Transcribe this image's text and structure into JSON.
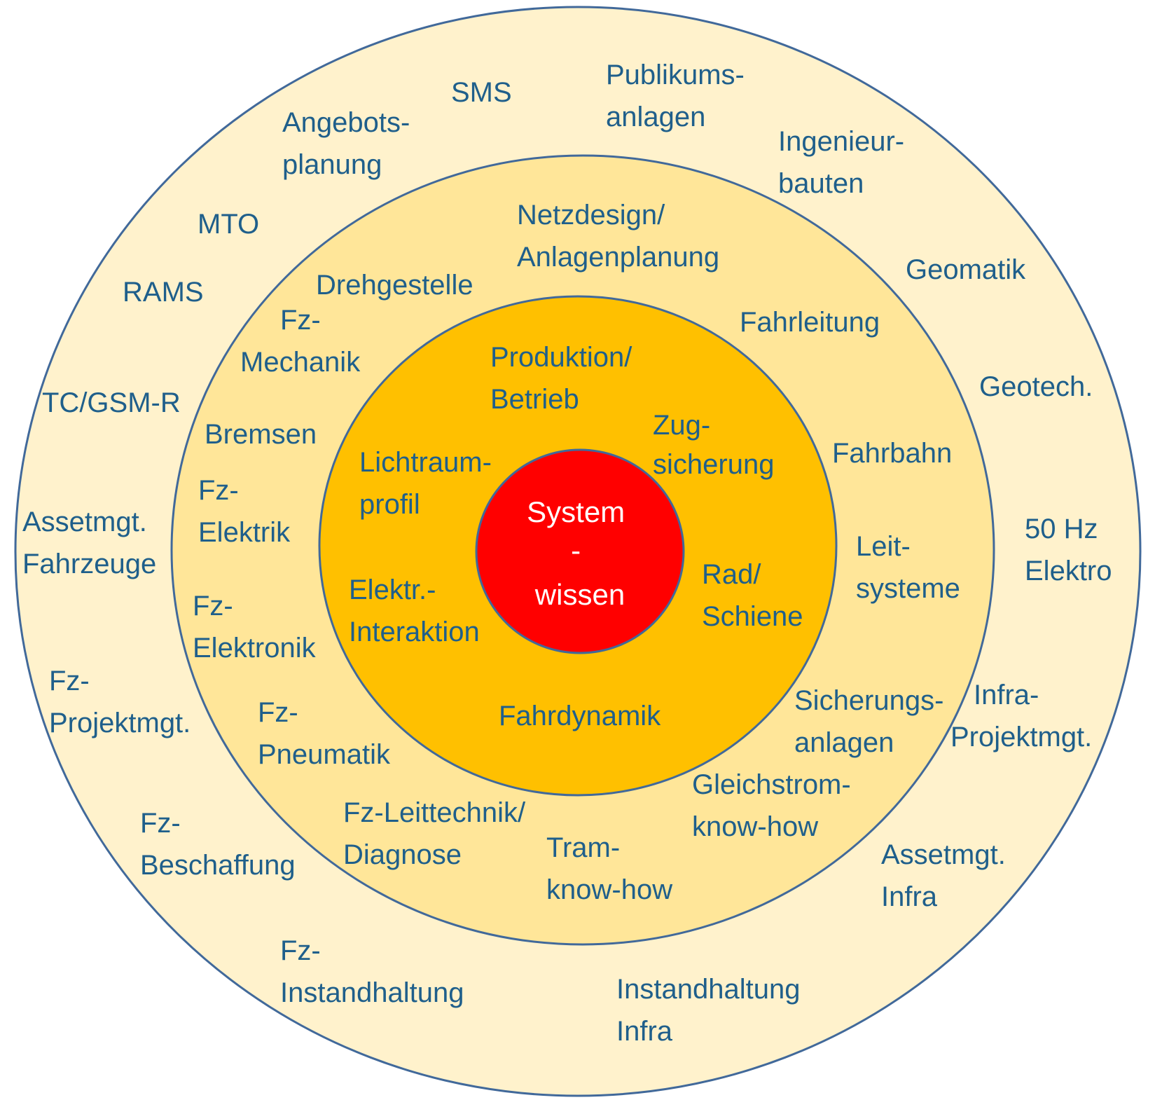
{
  "colors": {
    "outer": "#fff2cc",
    "middle": "#ffe699",
    "inner": "#ffc000",
    "core": "#ff0000",
    "stroke": "#41699a",
    "text": "#1f5f8b",
    "core_text": "#ffffff"
  },
  "center": {
    "line1": "System",
    "line2": "-",
    "line3": "wissen"
  },
  "inner_ring": {
    "produktion": {
      "line1": "Produktion/",
      "line2": "Betrieb"
    },
    "zugsicherung": {
      "line1": "Zug-",
      "line2": "sicherung"
    },
    "lichtraumprofil": {
      "line1": "Lichtraum-",
      "line2": "profil"
    },
    "rad_schiene": {
      "line1": "Rad/",
      "line2": "Schiene"
    },
    "elektr_interaktion": {
      "line1": "Elektr.-",
      "line2": "Interaktion"
    },
    "fahrdynamik": "Fahrdynamik"
  },
  "middle_ring": {
    "netzdesign": {
      "line1": "Netzdesign/",
      "line2": "Anlagenplanung"
    },
    "drehgestelle": "Drehgestelle",
    "fahrleitung": "Fahrleitung",
    "fz_mechanik": {
      "line1": "Fz-",
      "line2": "Mechanik"
    },
    "bremsen": "Bremsen",
    "fahrbahn": "Fahrbahn",
    "fz_elektrik": {
      "line1": "Fz-",
      "line2": "Elektrik"
    },
    "leitsysteme": {
      "line1": "Leit-",
      "line2": "systeme"
    },
    "fz_elektronik": {
      "line1": "Fz-",
      "line2": "Elektronik"
    },
    "sicherungsanlagen": {
      "line1": "Sicherungs-",
      "line2": "anlagen"
    },
    "fz_pneumatik": {
      "line1": "Fz-",
      "line2": "Pneumatik"
    },
    "gleichstrom": {
      "line1": "Gleichstrom-",
      "line2": "know-how"
    },
    "fz_leittechnik": {
      "line1": "Fz-Leittechnik/",
      "line2": "Diagnose"
    },
    "tram": {
      "line1": "Tram-",
      "line2": "know-how"
    }
  },
  "outer_ring": {
    "sms": "SMS",
    "publikumsanlagen": {
      "line1": "Publikums-",
      "line2": "anlagen"
    },
    "angebotsplanung": {
      "line1": "Angebots-",
      "line2": "planung"
    },
    "ingenieurbauten": {
      "line1": "Ingenieur-",
      "line2": "bauten"
    },
    "mto": "MTO",
    "geomatik": "Geomatik",
    "rams": "RAMS",
    "geotech": "Geotech.",
    "tc_gsmr": "TC/GSM-R",
    "hz50_elektro": {
      "line1": "50 Hz",
      "line2": "Elektro"
    },
    "assetmgt_fahrzeuge": {
      "line1": "Assetmgt.",
      "line2": "Fahrzeuge"
    },
    "fz_projektmgt": {
      "line1": "Fz-",
      "line2": "Projektmgt."
    },
    "infra_projektmgt": {
      "line1": "Infra-",
      "line2": "Projektmgt."
    },
    "fz_beschaffung": {
      "line1": "Fz-",
      "line2": "Beschaffung"
    },
    "assetmgt_infra": {
      "line1": "Assetmgt.",
      "line2": "Infra"
    },
    "fz_instandhaltung": {
      "line1": "Fz-",
      "line2": "Instandhaltung"
    },
    "instandhaltung_infra": {
      "line1": "Instandhaltung",
      "line2": "Infra"
    }
  }
}
